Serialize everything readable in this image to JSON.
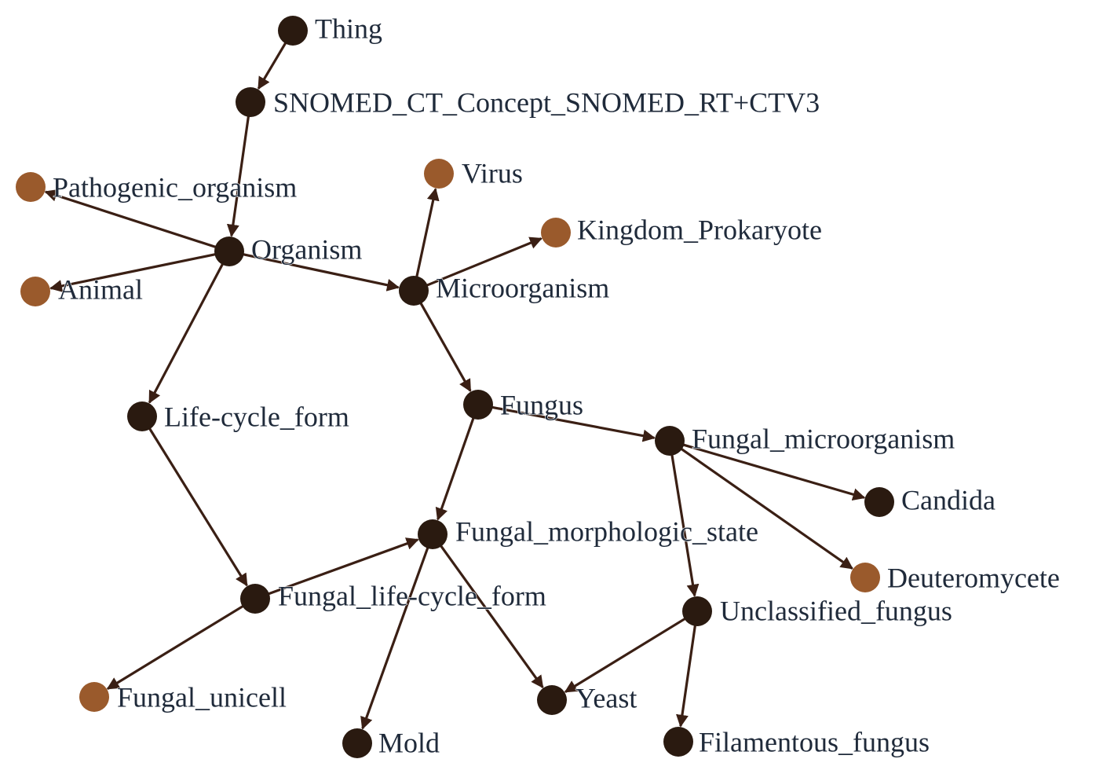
{
  "graph": {
    "colors": {
      "primary_node": "#2a1a10",
      "leaf_node": "#9a5a2c",
      "edge": "#3a1f14",
      "label": "#1f2a3a"
    },
    "nodes": [
      {
        "id": "thing",
        "label": "Thing",
        "kind": "primary"
      },
      {
        "id": "snomed",
        "label": "SNOMED_CT_Concept_SNOMED_RT+CTV3",
        "kind": "primary"
      },
      {
        "id": "pathogenic",
        "label": "Pathogenic_organism",
        "kind": "leaf"
      },
      {
        "id": "organism",
        "label": "Organism",
        "kind": "primary"
      },
      {
        "id": "animal",
        "label": "Animal",
        "kind": "leaf"
      },
      {
        "id": "virus",
        "label": "Virus",
        "kind": "leaf"
      },
      {
        "id": "prokaryote",
        "label": "Kingdom_Prokaryote",
        "kind": "leaf"
      },
      {
        "id": "microorganism",
        "label": "Microorganism",
        "kind": "primary"
      },
      {
        "id": "lifecycle",
        "label": "Life-cycle_form",
        "kind": "primary"
      },
      {
        "id": "fungus",
        "label": "Fungus",
        "kind": "primary"
      },
      {
        "id": "fungal_micro",
        "label": "Fungal_microorganism",
        "kind": "primary"
      },
      {
        "id": "candida",
        "label": "Candida",
        "kind": "primary"
      },
      {
        "id": "morph",
        "label": "Fungal_morphologic_state",
        "kind": "primary"
      },
      {
        "id": "deutero",
        "label": "Deuteromycete",
        "kind": "leaf"
      },
      {
        "id": "fungal_lcf",
        "label": "Fungal_life-cycle_form",
        "kind": "primary"
      },
      {
        "id": "unclassified",
        "label": "Unclassified_fungus",
        "kind": "primary"
      },
      {
        "id": "unicell",
        "label": "Fungal_unicell",
        "kind": "leaf"
      },
      {
        "id": "yeast",
        "label": "Yeast",
        "kind": "primary"
      },
      {
        "id": "mold",
        "label": "Mold",
        "kind": "primary"
      },
      {
        "id": "filamentous",
        "label": "Filamentous_fungus",
        "kind": "primary"
      }
    ],
    "edges": [
      {
        "from": "thing",
        "to": "snomed"
      },
      {
        "from": "snomed",
        "to": "organism"
      },
      {
        "from": "organism",
        "to": "pathogenic"
      },
      {
        "from": "organism",
        "to": "animal"
      },
      {
        "from": "organism",
        "to": "microorganism"
      },
      {
        "from": "organism",
        "to": "lifecycle"
      },
      {
        "from": "microorganism",
        "to": "virus"
      },
      {
        "from": "microorganism",
        "to": "prokaryote"
      },
      {
        "from": "microorganism",
        "to": "fungus"
      },
      {
        "from": "fungus",
        "to": "fungal_micro"
      },
      {
        "from": "fungus",
        "to": "morph"
      },
      {
        "from": "fungal_micro",
        "to": "candida"
      },
      {
        "from": "fungal_micro",
        "to": "deutero"
      },
      {
        "from": "fungal_micro",
        "to": "unclassified"
      },
      {
        "from": "lifecycle",
        "to": "fungal_lcf"
      },
      {
        "from": "fungal_lcf",
        "to": "morph"
      },
      {
        "from": "fungal_lcf",
        "to": "unicell"
      },
      {
        "from": "morph",
        "to": "yeast"
      },
      {
        "from": "morph",
        "to": "mold"
      },
      {
        "from": "unclassified",
        "to": "yeast"
      },
      {
        "from": "unclassified",
        "to": "filamentous"
      }
    ]
  }
}
